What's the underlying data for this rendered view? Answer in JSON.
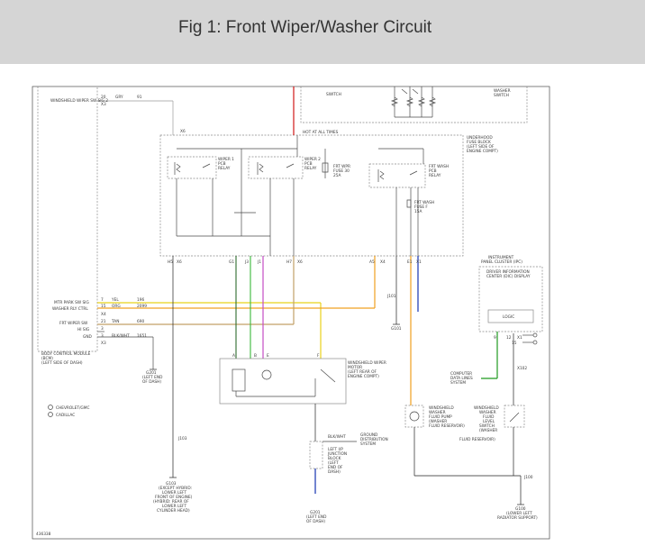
{
  "figure": {
    "title": "Fig 1: Front Wiper/Washer Circuit",
    "ref_number": "436338"
  },
  "colors": {
    "header_bg": "#d5d5d5",
    "title": "#333333",
    "line": "#4a4a4a",
    "box": "#8a8a8a",
    "gry": "#9a9a9a",
    "yel": "#e8d21a",
    "org": "#f0a020",
    "tan": "#c2a068",
    "blk": "#111111",
    "dbu": "#1533b0",
    "grn": "#1f9a1f",
    "ppl": "#c44cc4",
    "red": "#d01818",
    "dkgrn": "#2e6b2e"
  },
  "bcm": {
    "name_lines": [
      "BODY CONTROL MODULE",
      "(BCM)",
      "(LEFT SIDE OF DASH)"
    ],
    "pins": [
      {
        "label": "WINDSHIELD WIPER SW SIG 2",
        "pin": "20",
        "conn": "X3",
        "color": "GRY",
        "circuit": "91"
      },
      {
        "label": "MTR PARK SW SIG",
        "pin": "7",
        "conn": "X4",
        "color": "YEL",
        "circuit": "196"
      },
      {
        "label": "WASHER RLY CTRL",
        "pin": "15",
        "conn": "X3",
        "color": "ORG",
        "circuit": "2099"
      },
      {
        "label": "FRT WIPER SW",
        "pin": "21",
        "conn": "X4",
        "color": "TAN",
        "circuit": "690"
      },
      {
        "label": "HI SIG",
        "pin": "3",
        "conn": "X3",
        "color": "",
        "circuit": ""
      },
      {
        "label": "GND",
        "pin": "3",
        "conn": "X3",
        "color": "BLK/WHT",
        "circuit": "1651"
      }
    ],
    "extra_conn": "X4"
  },
  "fuse_block": {
    "name_lines": [
      "UNDERHOOD",
      "FUSE BLOCK",
      "(LEFT SIDE OF",
      "ENGINE COMPT)"
    ],
    "hot_label": "HOT AT ALL TIMES",
    "conn_top": "X6",
    "relays": [
      {
        "lines": [
          "WIPER 1",
          "PCB",
          "RELAY"
        ]
      },
      {
        "lines": [
          "WIPER 2",
          "PCB",
          "RELAY"
        ]
      },
      {
        "lines": [
          "FRT WASH",
          "PCB",
          "RELAY"
        ]
      }
    ],
    "fuses": [
      {
        "lines": [
          "FRT WPR",
          "FUSE 30",
          "25A"
        ]
      },
      {
        "lines": [
          "FRT WASH",
          "FUSE F",
          "15A"
        ]
      }
    ],
    "bottom_pins": [
      "H5",
      "X6",
      "G1",
      "J3",
      "J1",
      "H7",
      "X6",
      "A5",
      "X4",
      "E1",
      "X1"
    ],
    "bottom_wires": [
      "BLK",
      "DK GRN",
      "DK GRN",
      "PPL",
      "TAN",
      "ORG",
      "BLK",
      "DK BLU"
    ]
  },
  "top_switches": {
    "left_label": [
      "SWITCH"
    ],
    "right_label": [
      "WASHER",
      "SWITCH"
    ]
  },
  "ipc": {
    "name_lines": [
      "INSTRUMENT",
      "PANEL CLUSTER (IPC)"
    ],
    "dic_lines": [
      "DRIVER INFORMATION",
      "CENTER (DIC) DISPLAY"
    ],
    "logic": "LOGIC",
    "pins": [
      "9",
      "12",
      "15"
    ],
    "conn": "X1",
    "wire": "X102"
  },
  "motor": {
    "name_lines": [
      "WINDSHIELD WIPER",
      "MOTOR",
      "(LEFT REAR OF",
      "ENGINE COMPT)"
    ],
    "pins": [
      "A",
      "B",
      "E",
      "F"
    ],
    "wires": [
      "BLK",
      "GRN",
      "PPL",
      "YEL",
      "BLK"
    ]
  },
  "labels": {
    "splice_j101": "J101",
    "g101": "G101",
    "g201_left": [
      "G201",
      "(LEFT END",
      "OF DASH)"
    ],
    "j103": "J103",
    "g103": [
      "G103",
      "(EXCEPT HYBRID:",
      "LOWER LEFT",
      "FRONT OF ENGINE)",
      "(HYBRID: REAR OF",
      "LOWER LEFT",
      "CYLINDER HEAD)"
    ],
    "ground_dist": [
      "GROUND",
      "DISTRIBUTION",
      "SYSTEM"
    ],
    "blk_wht": "BLK/WHT",
    "junction_block": [
      "LEFT I/P",
      "JUNCTION",
      "BLOCK",
      "(LEFT",
      "END OF",
      "DASH)"
    ],
    "g201_bottom": [
      "G201",
      "(LEFT END",
      "OF DASH)"
    ],
    "computer_lines": [
      "COMPUTER",
      "DATA LINES",
      "SYSTEM"
    ],
    "washer_pump": [
      "WINDSHIELD",
      "WASHER",
      "FLUID PUMP",
      "(WASHER",
      "FLUID RESERVOIR)"
    ],
    "washer_switch": [
      "WINDSHIELD",
      "WASHER",
      "FLUID",
      "LEVEL",
      "SWITCH",
      "(WASHER",
      "FLUID RESERVOIR)"
    ],
    "j100": "J100",
    "g100": [
      "G100",
      "(LOWER LEFT",
      "RADIATOR SUPPORT)"
    ],
    "legend": [
      "CHEVROLET/GMC",
      "CADILLAC"
    ],
    "wire_blu": "DK BLU",
    "wire_blk": "BLK",
    "wire_org": "ORG",
    "wire_blkwht": "BLK/WHT",
    "wire_gry": "GRY",
    "wire_red": "RED/WHT",
    "wire_dbu": "DK BLU",
    "wire_ppl": "PPL"
  }
}
